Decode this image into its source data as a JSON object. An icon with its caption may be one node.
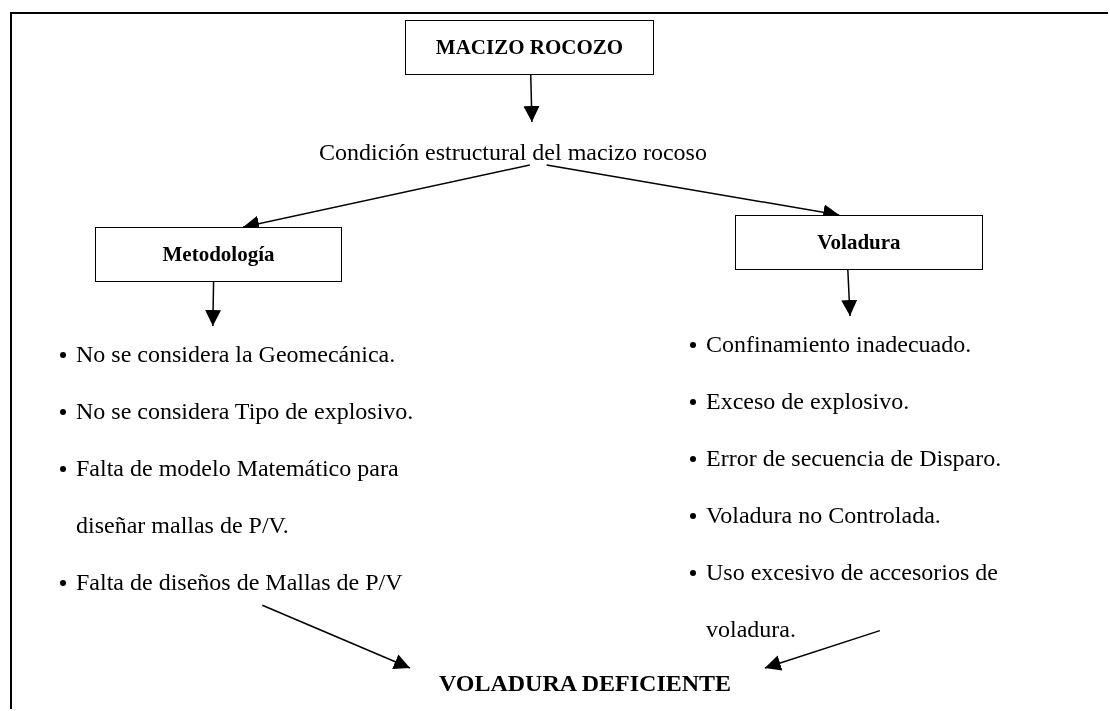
{
  "diagram": {
    "nodes": [
      {
        "text": [
          "MACIZO ROCOZO"
        ]
      },
      {
        "text": [
          "Condición estructural del macizo rocoso"
        ]
      },
      {
        "text": [
          "Metodología"
        ]
      },
      {
        "text": [
          "Voladura"
        ]
      },
      {
        "text": [
          "No se considera la Geomecánica.",
          "No se considera Tipo de explosivo.",
          "Falta de modelo Matemático para diseñar mallas de P/V.",
          "Falta de diseños de Mallas de P/V"
        ]
      },
      {
        "text": [
          "Confinamiento inadecuado.",
          "Exceso de explosivo.",
          "Error de secuencia de Disparo.",
          "Voladura no Controlada.",
          "Uso excesivo de accesorios de voladura."
        ]
      },
      {
        "text": [
          "VOLADURA DEFICIENTE"
        ]
      }
    ],
    "edges": [
      {
        "from": 0,
        "to": 1,
        "arrow": "to"
      },
      {
        "from": 1,
        "to": 2,
        "arrow": "to"
      },
      {
        "from": 1,
        "to": 3,
        "arrow": "to"
      },
      {
        "from": 2,
        "to": 4,
        "arrow": "to"
      },
      {
        "from": 3,
        "to": 5,
        "arrow": "to"
      },
      {
        "from": 4,
        "to": 6,
        "arrow": "to"
      },
      {
        "from": 5,
        "to": 6,
        "arrow": "to"
      }
    ]
  }
}
